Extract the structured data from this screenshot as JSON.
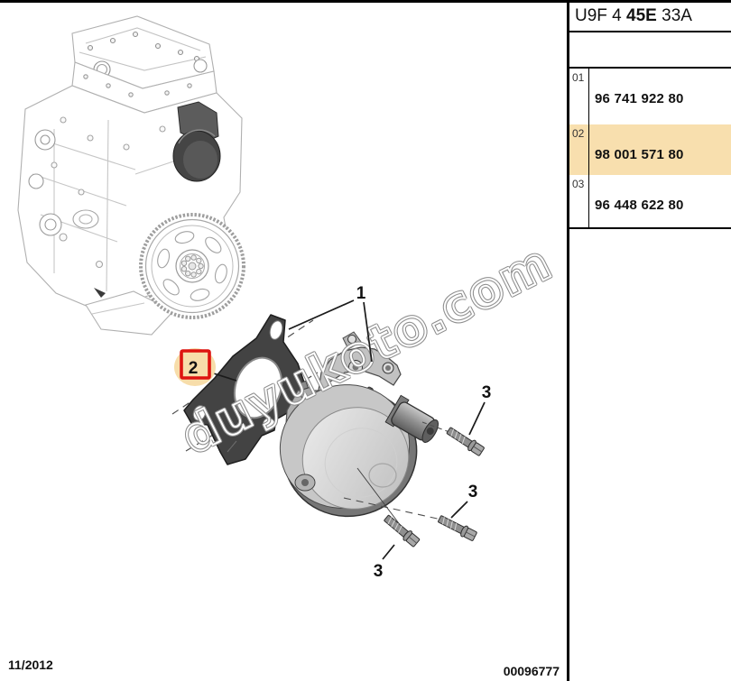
{
  "header": {
    "code_prefix": "U9F 4 ",
    "code_bold": "45E",
    "code_suffix": " 33A"
  },
  "parts_panel": {
    "rows": [
      {
        "index": "01",
        "part_number": "96 741 922 80",
        "highlighted": false
      },
      {
        "index": "02",
        "part_number": "98 001 571 80",
        "highlighted": true
      },
      {
        "index": "03",
        "part_number": "96 448 622 80",
        "highlighted": false
      }
    ]
  },
  "diagram": {
    "watermark": "duyukoto.com",
    "callouts": {
      "pump": "1",
      "gasket": "2",
      "bolt_a": "3",
      "bolt_b": "3",
      "bolt_c": "3"
    }
  },
  "footer": {
    "date": "11/2012",
    "document_number": "00096777"
  },
  "colors": {
    "highlight_beige": "#f8dfae",
    "callout_red": "#de1410",
    "line_art": "#b0b0b0"
  }
}
